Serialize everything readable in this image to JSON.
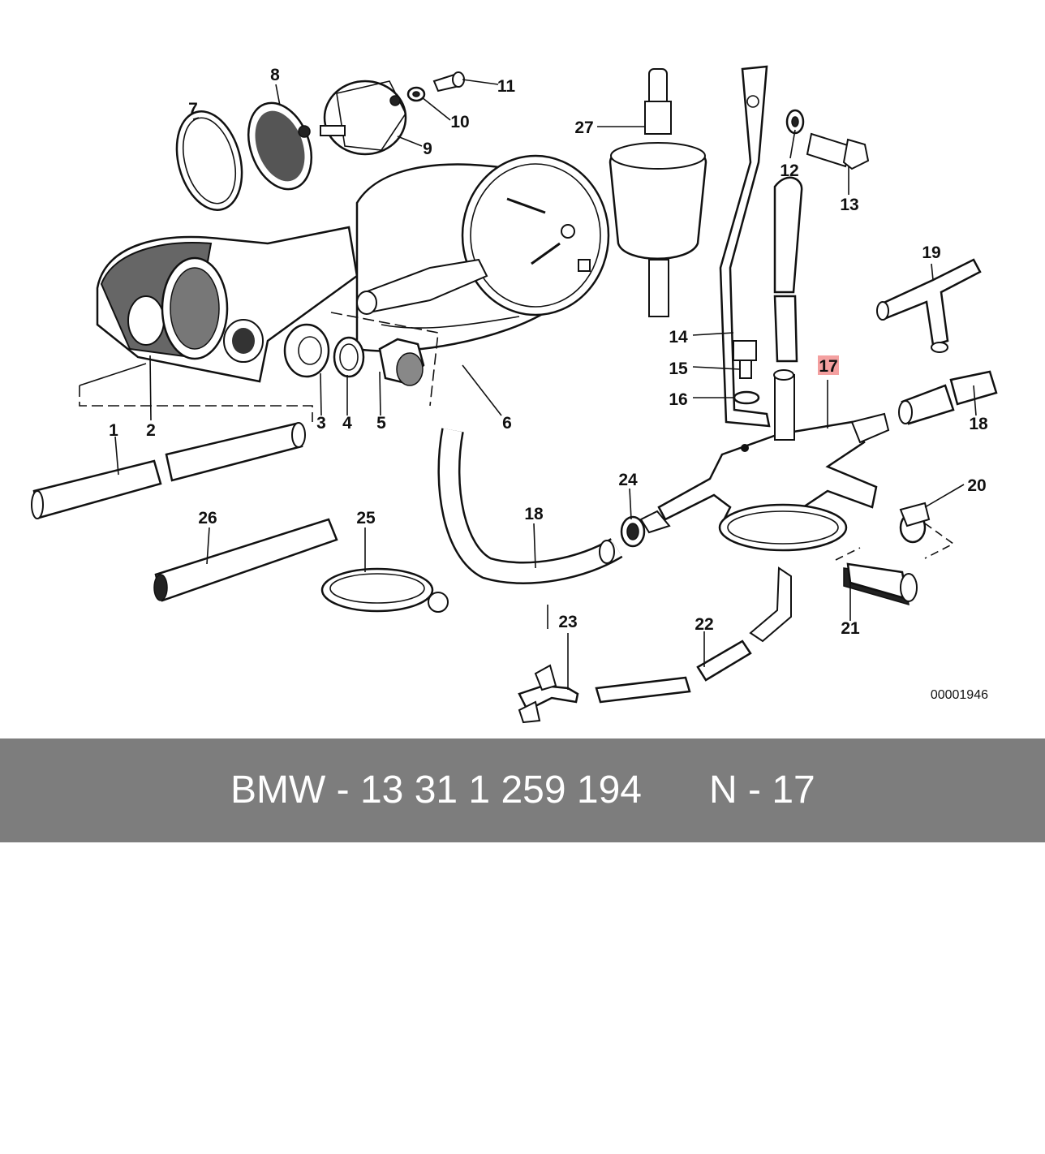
{
  "diagram": {
    "labels": {
      "l1": "1",
      "l2": "2",
      "l3": "3",
      "l4": "4",
      "l5": "5",
      "l6": "6",
      "l7": "7",
      "l8": "8",
      "l9": "9",
      "l10": "10",
      "l11": "11",
      "l12": "12",
      "l13": "13",
      "l14": "14",
      "l15": "15",
      "l16": "16",
      "l17": "17",
      "l18a": "18",
      "l18b": "18",
      "l19": "19",
      "l20": "20",
      "l21": "21",
      "l22": "22",
      "l23": "23",
      "l24": "24",
      "l25": "25",
      "l26": "26",
      "l27": "27"
    },
    "highlighted_label": "17",
    "highlight_color": "#f4a0a0",
    "drawing_code": "00001946"
  },
  "footer": {
    "part_number": "BMW - 13 31 1 259 194",
    "reference": "N - 17",
    "background": "#7d7d7d"
  }
}
